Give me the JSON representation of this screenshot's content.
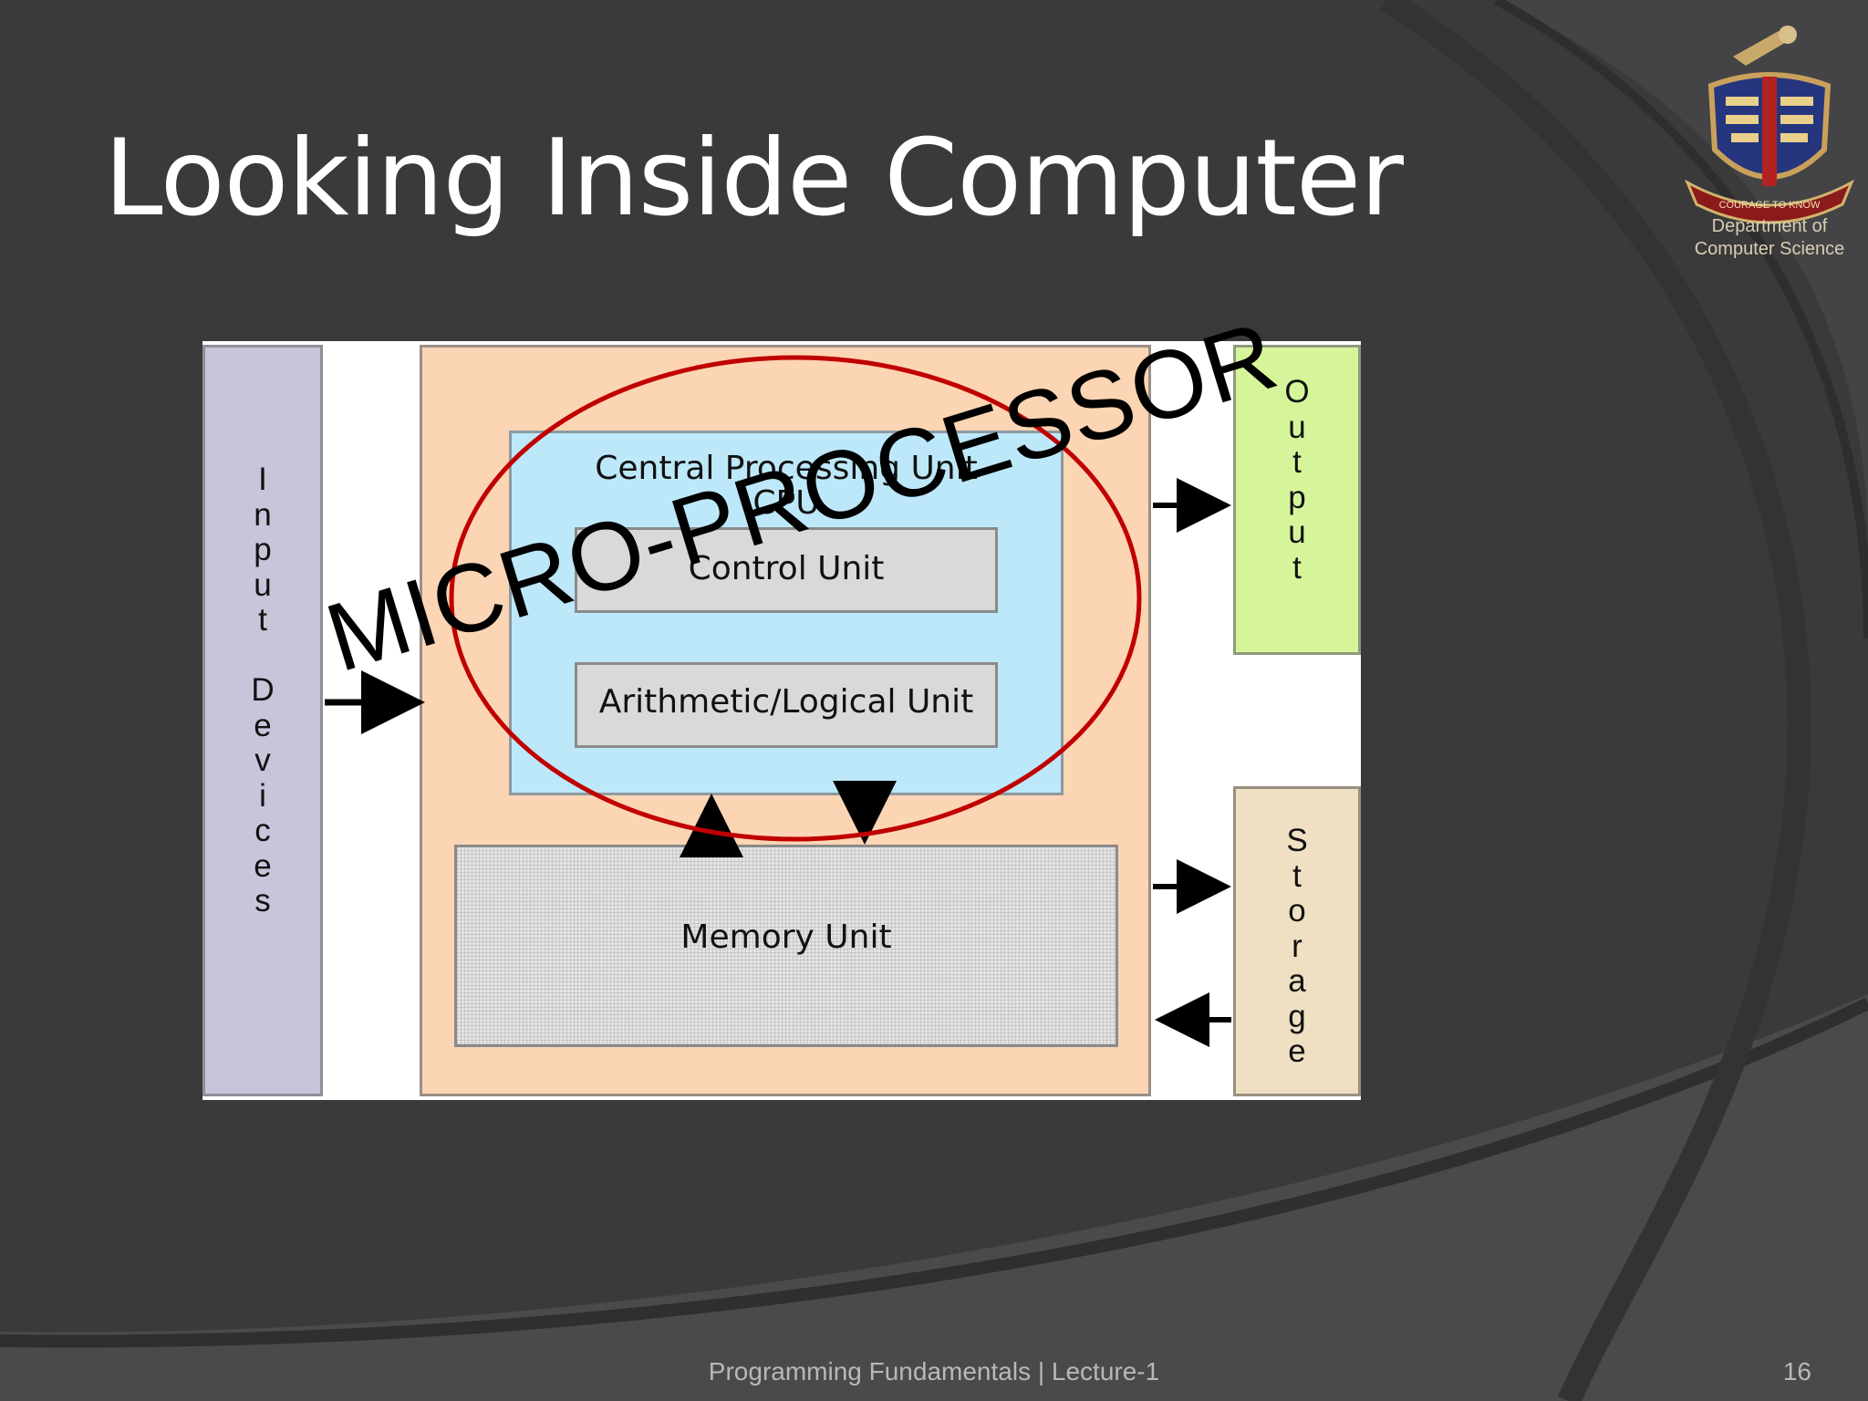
{
  "slide": {
    "title": "Looking Inside Computer",
    "footer": "Programming Fundamentals | Lecture-1",
    "page_number": "16"
  },
  "logo": {
    "icon": "crest-icon",
    "motto": "COURAGE TO KNOW",
    "department_line1": "Department of",
    "department_line2": "Computer Science"
  },
  "diagram": {
    "input_label": "Input Devices",
    "input_letters": [
      "I",
      "n",
      "p",
      "u",
      "t",
      "",
      "D",
      "e",
      "v",
      "i",
      "c",
      "e",
      "s"
    ],
    "output_label": "Output",
    "output_letters": [
      "O",
      "u",
      "t",
      "p",
      "u",
      "t"
    ],
    "storage_label": "Storage",
    "storage_letters": [
      "S",
      "t",
      "o",
      "r",
      "a",
      "g",
      "e"
    ],
    "cpu_title_line1": "Central Processing Unit",
    "cpu_title_line2": "CPU",
    "control_unit": "Control Unit",
    "alu": "Arithmetic/Logical Unit",
    "memory_unit": "Memory Unit",
    "overlay_text": "MICRO-PROCESSOR"
  },
  "colors": {
    "background": "#3a3a3b",
    "input_panel": "#c9c4d9",
    "system_panel": "#fcd5b4",
    "cpu_box": "#bde8f9",
    "unit_box": "#d9d9d9",
    "output_panel": "#d6f59b",
    "storage_panel": "#efe0c3",
    "ellipse": "#c00000"
  }
}
